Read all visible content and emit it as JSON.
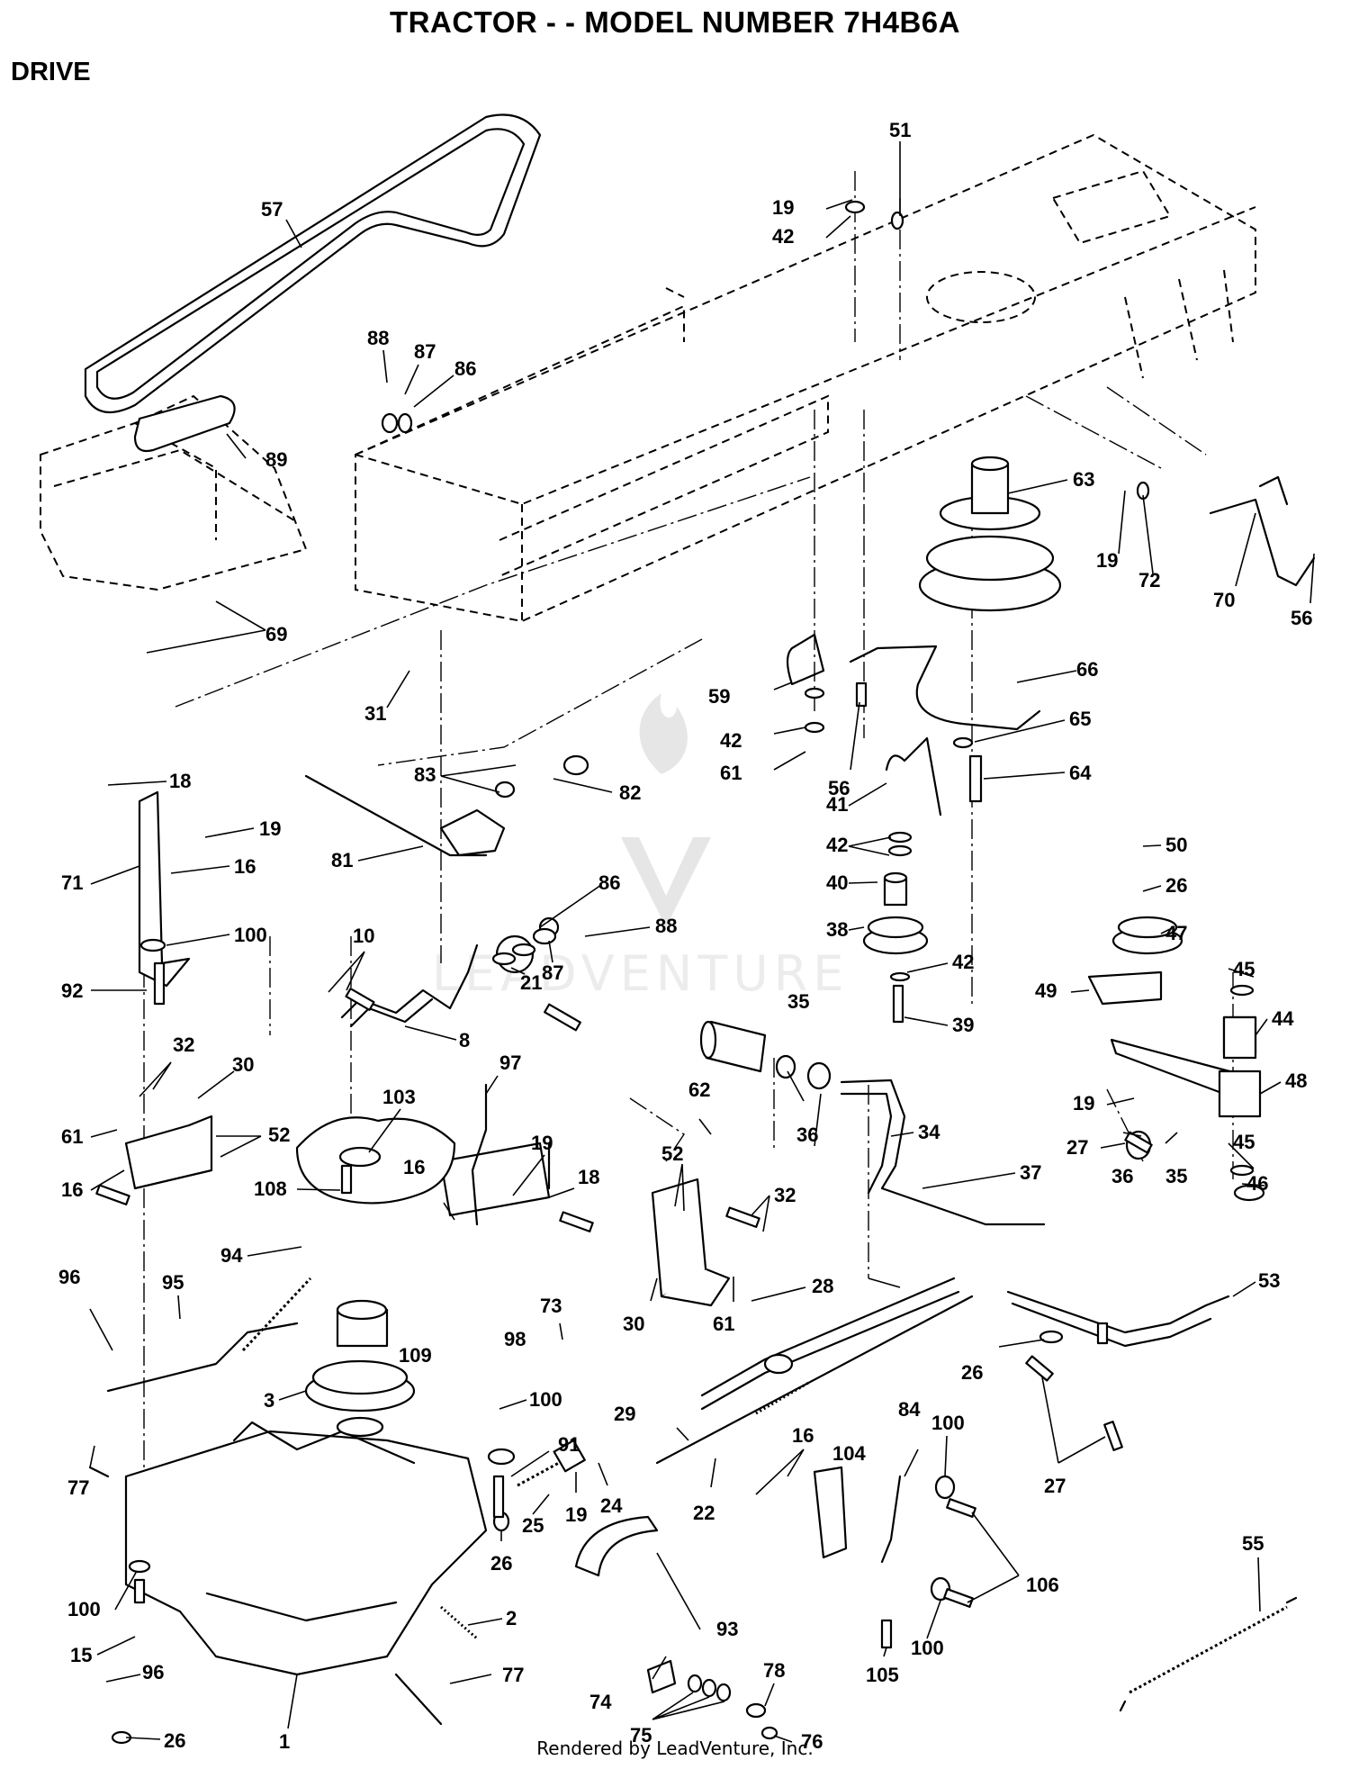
{
  "header": {
    "title": "TRACTOR - - MODEL NUMBER 7H4B6A",
    "section": "DRIVE"
  },
  "footer": {
    "rendered_by": "Rendered by LeadVenture, Inc."
  },
  "watermark": {
    "text": "LEADVENTURE"
  },
  "callouts": [
    {
      "id": "c57",
      "label": "57"
    },
    {
      "id": "c89",
      "label": "89"
    },
    {
      "id": "c88a",
      "label": "88"
    },
    {
      "id": "c87a",
      "label": "87"
    },
    {
      "id": "c86a",
      "label": "86"
    },
    {
      "id": "c69",
      "label": "69"
    },
    {
      "id": "c31",
      "label": "31"
    },
    {
      "id": "c51",
      "label": "51"
    },
    {
      "id": "c19a",
      "label": "19"
    },
    {
      "id": "c42a",
      "label": "42"
    },
    {
      "id": "c63",
      "label": "63"
    },
    {
      "id": "c19b",
      "label": "19"
    },
    {
      "id": "c72",
      "label": "72"
    },
    {
      "id": "c70",
      "label": "70"
    },
    {
      "id": "c56a",
      "label": "56"
    },
    {
      "id": "c66",
      "label": "66"
    },
    {
      "id": "c59",
      "label": "59"
    },
    {
      "id": "c42b",
      "label": "42"
    },
    {
      "id": "c61a",
      "label": "61"
    },
    {
      "id": "c56b",
      "label": "56"
    },
    {
      "id": "c65",
      "label": "65"
    },
    {
      "id": "c64",
      "label": "64"
    },
    {
      "id": "c18a",
      "label": "18"
    },
    {
      "id": "c19c",
      "label": "19"
    },
    {
      "id": "c71",
      "label": "71"
    },
    {
      "id": "c16a",
      "label": "16"
    },
    {
      "id": "c100a",
      "label": "100"
    },
    {
      "id": "c92",
      "label": "92"
    },
    {
      "id": "c83",
      "label": "83"
    },
    {
      "id": "c82",
      "label": "82"
    },
    {
      "id": "c81",
      "label": "81"
    },
    {
      "id": "c86b",
      "label": "86"
    },
    {
      "id": "c88b",
      "label": "88"
    },
    {
      "id": "c87b",
      "label": "87"
    },
    {
      "id": "c10",
      "label": "10"
    },
    {
      "id": "c21",
      "label": "21"
    },
    {
      "id": "c8",
      "label": "8"
    },
    {
      "id": "c41",
      "label": "41"
    },
    {
      "id": "c42c",
      "label": "42"
    },
    {
      "id": "c40",
      "label": "40"
    },
    {
      "id": "c38",
      "label": "38"
    },
    {
      "id": "c42d",
      "label": "42"
    },
    {
      "id": "c39",
      "label": "39"
    },
    {
      "id": "c50",
      "label": "50"
    },
    {
      "id": "c26a",
      "label": "26"
    },
    {
      "id": "c47",
      "label": "47"
    },
    {
      "id": "c45a",
      "label": "45"
    },
    {
      "id": "c49",
      "label": "49"
    },
    {
      "id": "c44",
      "label": "44"
    },
    {
      "id": "c48",
      "label": "48"
    },
    {
      "id": "c19d",
      "label": "19"
    },
    {
      "id": "c27a",
      "label": "27"
    },
    {
      "id": "c45b",
      "label": "45"
    },
    {
      "id": "c46",
      "label": "46"
    },
    {
      "id": "c32a",
      "label": "32"
    },
    {
      "id": "c30a",
      "label": "30"
    },
    {
      "id": "c61b",
      "label": "61"
    },
    {
      "id": "c52a",
      "label": "52"
    },
    {
      "id": "c16b",
      "label": "16"
    },
    {
      "id": "c103",
      "label": "103"
    },
    {
      "id": "c97",
      "label": "97"
    },
    {
      "id": "c108",
      "label": "108"
    },
    {
      "id": "c16c",
      "label": "16"
    },
    {
      "id": "c19e",
      "label": "19"
    },
    {
      "id": "c18b",
      "label": "18"
    },
    {
      "id": "c94",
      "label": "94"
    },
    {
      "id": "c73",
      "label": "73"
    },
    {
      "id": "c98",
      "label": "98"
    },
    {
      "id": "c109",
      "label": "109"
    },
    {
      "id": "c96a",
      "label": "96"
    },
    {
      "id": "c95",
      "label": "95"
    },
    {
      "id": "c3",
      "label": "3"
    },
    {
      "id": "c35a",
      "label": "35"
    },
    {
      "id": "c62",
      "label": "62"
    },
    {
      "id": "c36a",
      "label": "36"
    },
    {
      "id": "c34",
      "label": "34"
    },
    {
      "id": "c52b",
      "label": "52"
    },
    {
      "id": "c32b",
      "label": "32"
    },
    {
      "id": "c37",
      "label": "37"
    },
    {
      "id": "c36b",
      "label": "36"
    },
    {
      "id": "c35b",
      "label": "35"
    },
    {
      "id": "c30b",
      "label": "30"
    },
    {
      "id": "c61c",
      "label": "61"
    },
    {
      "id": "c28",
      "label": "28"
    },
    {
      "id": "c53",
      "label": "53"
    },
    {
      "id": "c26b",
      "label": "26"
    },
    {
      "id": "c27b",
      "label": "27"
    },
    {
      "id": "c29",
      "label": "29"
    },
    {
      "id": "c22",
      "label": "22"
    },
    {
      "id": "c100b",
      "label": "100"
    },
    {
      "id": "c91",
      "label": "91"
    },
    {
      "id": "c24",
      "label": "24"
    },
    {
      "id": "c19f",
      "label": "19"
    },
    {
      "id": "c25",
      "label": "25"
    },
    {
      "id": "c26c",
      "label": "26"
    },
    {
      "id": "c77a",
      "label": "77"
    },
    {
      "id": "c100c",
      "label": "100"
    },
    {
      "id": "c15",
      "label": "15"
    },
    {
      "id": "c96b",
      "label": "96"
    },
    {
      "id": "c26d",
      "label": "26"
    },
    {
      "id": "c1",
      "label": "1"
    },
    {
      "id": "c2",
      "label": "2"
    },
    {
      "id": "c77b",
      "label": "77"
    },
    {
      "id": "c93",
      "label": "93"
    },
    {
      "id": "c16d",
      "label": "16"
    },
    {
      "id": "c104",
      "label": "104"
    },
    {
      "id": "c84",
      "label": "84"
    },
    {
      "id": "c100d",
      "label": "100"
    },
    {
      "id": "c106",
      "label": "106"
    },
    {
      "id": "c105",
      "label": "105"
    },
    {
      "id": "c100e",
      "label": "100"
    },
    {
      "id": "c74",
      "label": "74"
    },
    {
      "id": "c75",
      "label": "75"
    },
    {
      "id": "c78",
      "label": "78"
    },
    {
      "id": "c76",
      "label": "76"
    },
    {
      "id": "c55",
      "label": "55"
    }
  ]
}
